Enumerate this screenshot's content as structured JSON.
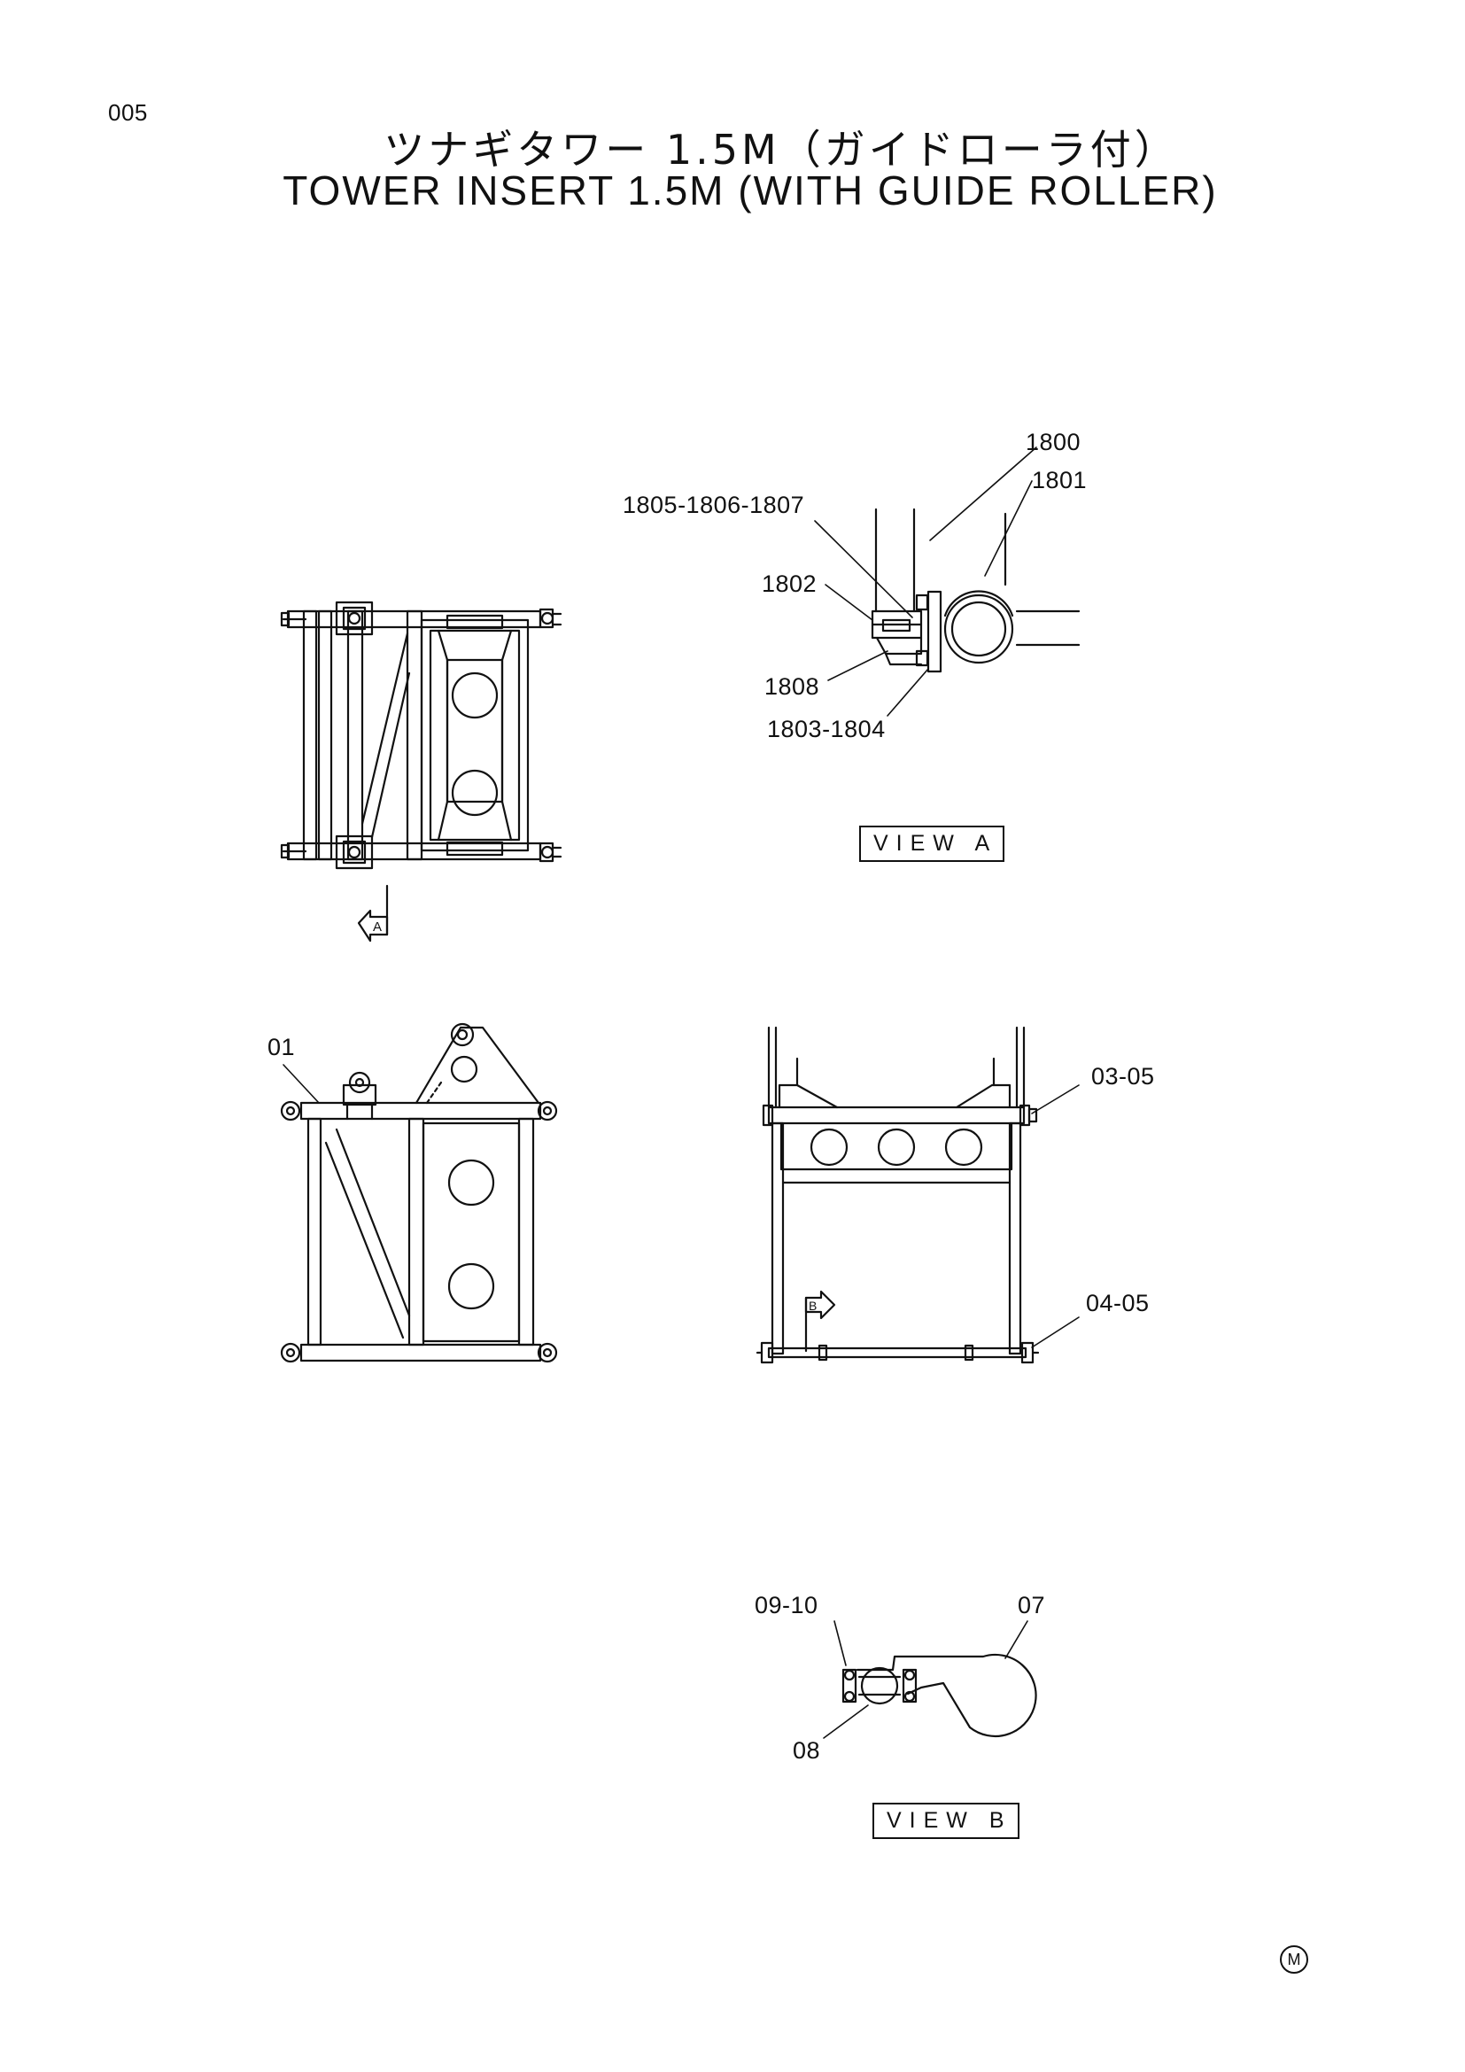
{
  "page_number": "005",
  "title_jp": "ツナギタワー 1.5M（ガイドローラ付）",
  "title_en": "TOWER INSERT 1.5M (WITH GUIDE ROLLER)",
  "view_a": {
    "box_label": "VIEW A",
    "callouts": [
      "1800",
      "1801",
      "1805-1806-1807",
      "1802",
      "1808",
      "1803-1804"
    ]
  },
  "view_b": {
    "box_label": "VIEW B",
    "callouts": [
      "09-10",
      "07",
      "08"
    ]
  },
  "main_views": {
    "callouts": [
      "01",
      "03-05",
      "04-05"
    ],
    "arrow_a": "A",
    "arrow_b": "B"
  },
  "corner_mark": "M"
}
